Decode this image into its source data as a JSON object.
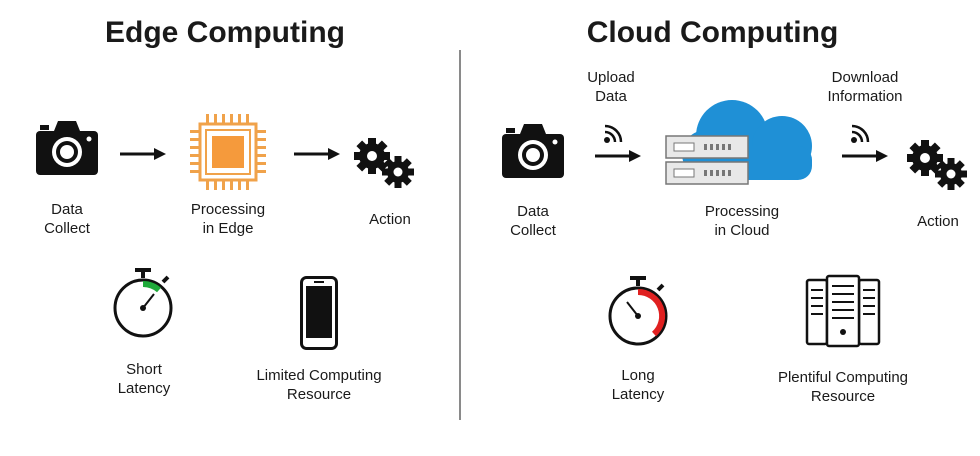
{
  "edge": {
    "title": "Edge Computing",
    "data_collect": [
      "Data",
      "Collect"
    ],
    "processing": [
      "Processing",
      "in Edge"
    ],
    "action": "Action",
    "latency": [
      "Short",
      "Latency"
    ],
    "resource": [
      "Limited Computing",
      "Resource"
    ]
  },
  "cloud": {
    "title": "Cloud Computing",
    "upload": [
      "Upload",
      "Data"
    ],
    "download": [
      "Download",
      "Information"
    ],
    "data_collect": [
      "Data",
      "Collect"
    ],
    "processing": [
      "Processing",
      "in Cloud"
    ],
    "action": "Action",
    "latency": [
      "Long",
      "Latency"
    ],
    "resource": [
      "Plentiful Computing",
      "Resource"
    ]
  },
  "colors": {
    "chip": "#f0a24a",
    "chip_core": "#f59a3c",
    "cloud": "#1f90d6",
    "short_latency": "#1faa3a",
    "long_latency": "#e02020",
    "icon": "#111111"
  }
}
